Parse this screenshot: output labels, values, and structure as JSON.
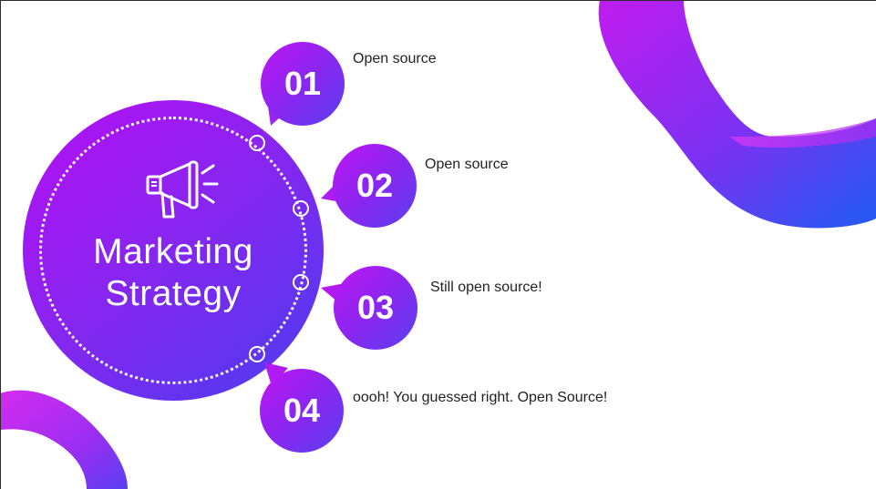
{
  "slide": {
    "title_line1": "Marketing",
    "title_line2": "Strategy",
    "center_icon": "megaphone-icon",
    "colors": {
      "gradient_start": "#b50ef4",
      "gradient_end": "#4a3ef0",
      "ribbon_purple": "#b01ef0",
      "ribbon_blue": "#1f5cf2"
    }
  },
  "steps": [
    {
      "number": "01",
      "text": "Open source"
    },
    {
      "number": "02",
      "text": "Open source"
    },
    {
      "number": "03",
      "text": "Still open source!"
    },
    {
      "number": "04",
      "text": "oooh! You guessed right. Open Source!"
    }
  ]
}
